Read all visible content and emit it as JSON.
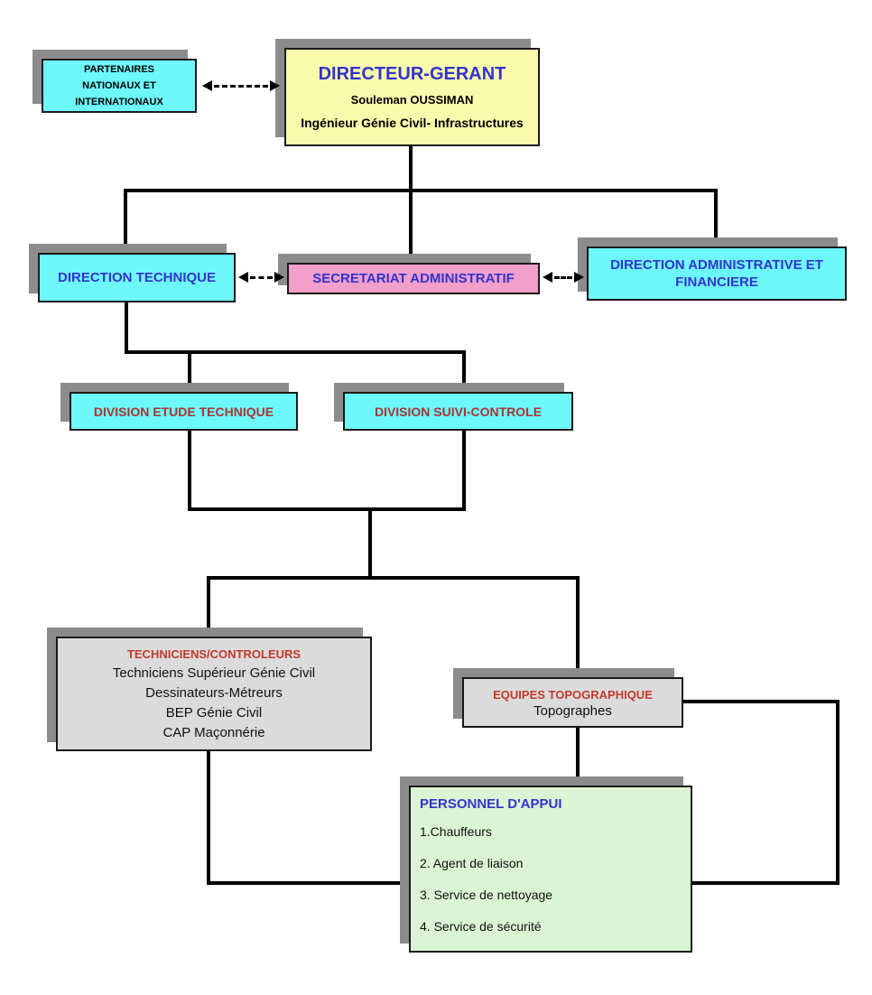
{
  "title": "Organigramme",
  "colors": {
    "cyan": "#6DF9FB",
    "yellow": "#FAFAAD",
    "pink": "#F29FCA",
    "gray_fill": "#DBDBDB",
    "green": "#DAF5D3",
    "shadow_gray": "#8C8C8C",
    "heading_blue": "#3333CC",
    "heading_red": "#C03A2B",
    "heading_dark_red": "#A93432",
    "connector_black": "#000000"
  },
  "boxes": {
    "partenaires": {
      "lines": [
        "PARTENAIRES",
        "NATIONAUX ET",
        "INTERNATIONAUX"
      ]
    },
    "directeur": {
      "title": "DIRECTEUR-GERANT",
      "name": "Souleman OUSSIMAN",
      "role": "Ingénieur Génie Civil- Infrastructures"
    },
    "direction_technique": {
      "label": "DIRECTION TECHNIQUE"
    },
    "secretariat": {
      "label": "SECRETARIAT ADMINISTRATIF"
    },
    "direction_admin": {
      "label": "DIRECTION ADMINISTRATIVE ET FINANCIERE"
    },
    "division_etude": {
      "label": "DIVISION ETUDE TECHNIQUE"
    },
    "division_suivi": {
      "label": "DIVISION SUIVI-CONTROLE"
    },
    "techniciens": {
      "title": "TECHNICIENS/CONTROLEURS",
      "items": [
        "Techniciens Supérieur Génie Civil",
        "Dessinateurs-Métreurs",
        "BEP Génie Civil",
        "CAP Maçonnérie"
      ]
    },
    "equipes": {
      "title": "EQUIPES TOPOGRAPHIQUE",
      "subtitle": "Topographes"
    },
    "personnel": {
      "title": "PERSONNEL D'APPUI",
      "items": [
        "1.Chauffeurs",
        "2. Agent de liaison",
        "3. Service de nettoyage",
        "4. Service de sécurité"
      ]
    }
  }
}
